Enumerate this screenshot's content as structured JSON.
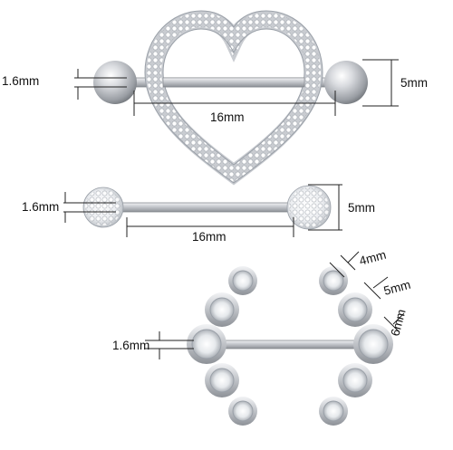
{
  "dimension_labels": {
    "heart_gauge": "1.6mm",
    "heart_length": "16mm",
    "heart_ball": "5mm",
    "barbell_gauge": "1.6mm",
    "barbell_length": "16mm",
    "barbell_ball": "5mm",
    "cluster_gauge": "1.6mm",
    "cluster_stone_small": "4mm",
    "cluster_stone_medium": "5mm",
    "cluster_stone_large": "6mm"
  },
  "colors": {
    "background": "#ffffff",
    "metal": "#c9ccd1",
    "metal_dark": "#8c9096",
    "crystal": "#f4f6f8",
    "crystal_edge": "#9aa0a8",
    "dimension_line": "#222222"
  },
  "icons": {
    "heart_piece": "heart-crystal-nipple-barbell-icon",
    "crystal_piece": "crystal-ball-barbell-icon",
    "cluster_piece": "gem-cluster-barbell-icon"
  }
}
